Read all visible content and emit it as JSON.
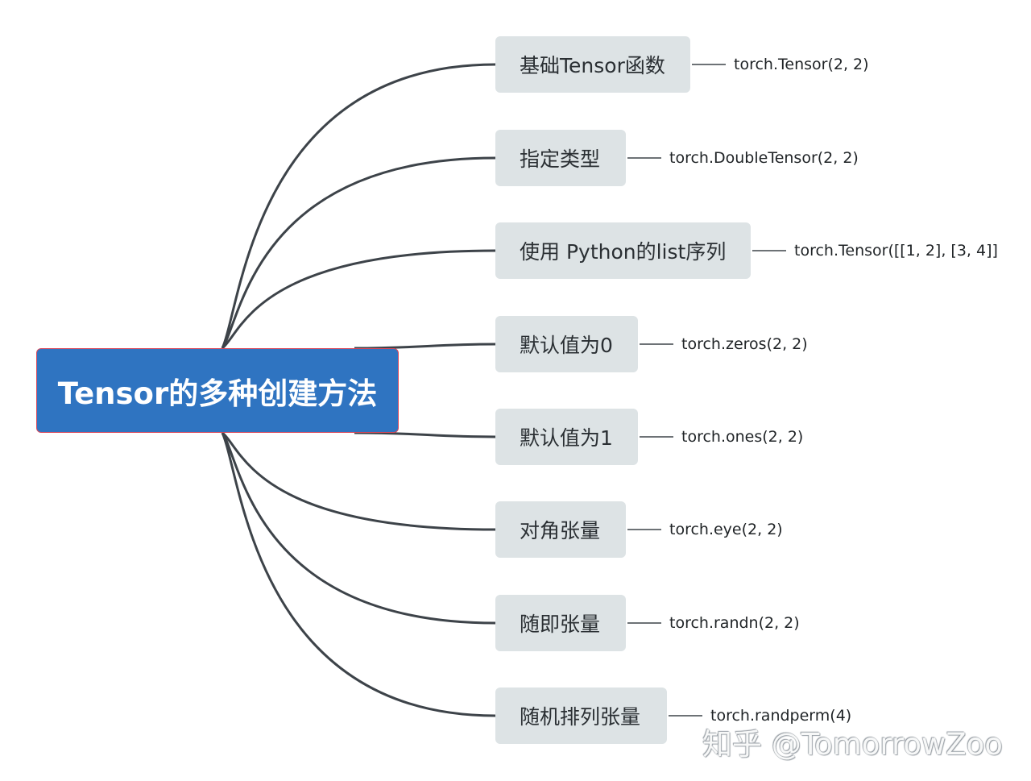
{
  "diagram": {
    "root": {
      "label": "Tensor的多种创建方法"
    },
    "branches": [
      {
        "label": "基础Tensor函数",
        "leaf": "torch.Tensor(2, 2)"
      },
      {
        "label": "指定类型",
        "leaf": "torch.DoubleTensor(2, 2)"
      },
      {
        "label": "使用 Python的list序列",
        "leaf": "torch.Tensor([[1, 2], [3, 4]]"
      },
      {
        "label": "默认值为0",
        "leaf": "torch.zeros(2, 2)"
      },
      {
        "label": "默认值为1",
        "leaf": "torch.ones(2, 2)"
      },
      {
        "label": "对角张量",
        "leaf": "torch.eye(2, 2)"
      },
      {
        "label": "随即张量",
        "leaf": "torch.randn(2, 2)"
      },
      {
        "label": "随机排列张量",
        "leaf": "torch.randperm(4)"
      }
    ]
  },
  "watermark": {
    "text": "知乎 @TomorrowZoo"
  },
  "colors": {
    "root_fill": "#2f74c1",
    "root_border": "#d9485b",
    "branch_fill": "#dde3e5",
    "connector": "#3d4349"
  }
}
